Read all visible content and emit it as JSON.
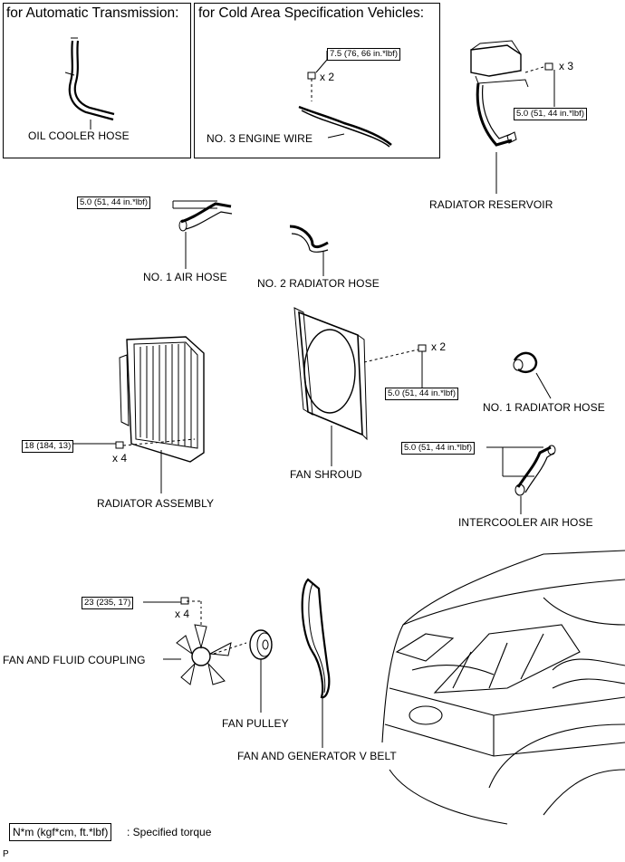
{
  "panels": {
    "auto_transmission": "for Automatic Transmission:",
    "cold_area": "for Cold Area Specification Vehicles:"
  },
  "parts": {
    "oil_cooler_hose": "OIL COOLER HOSE",
    "no3_engine_wire": "NO. 3 ENGINE WIRE",
    "radiator_reservoir": "RADIATOR RESERVOIR",
    "no1_air_hose": "NO. 1 AIR HOSE",
    "no2_radiator_hose": "NO. 2 RADIATOR HOSE",
    "fan_shroud": "FAN SHROUD",
    "no1_radiator_hose": "NO. 1 RADIATOR HOSE",
    "radiator_assembly": "RADIATOR ASSEMBLY",
    "intercooler_air_hose": "INTERCOOLER AIR HOSE",
    "fan_fluid_coupling": "FAN AND FLUID COUPLING",
    "fan_pulley": "FAN PULLEY",
    "fan_generator_belt": "FAN AND GENERATOR V BELT"
  },
  "torques": {
    "engine_wire": "7.5 (76, 66 in.*lbf)",
    "reservoir": "5.0 (51, 44 in.*lbf)",
    "air_hose": "5.0 (51, 44 in.*lbf)",
    "shroud": "5.0 (51, 44 in.*lbf)",
    "intercooler": "5.0 (51, 44 in.*lbf)",
    "radiator": "18 (184, 13)",
    "fan": "23 (235, 17)"
  },
  "multipliers": {
    "engine_wire": "x 2",
    "reservoir": "x 3",
    "shroud": "x 2",
    "radiator": "x 4",
    "fan": "x 4"
  },
  "legend": {
    "unit": "N*m (kgf*cm, ft.*lbf)",
    "description": ": Specified torque"
  },
  "footer_code": "P"
}
